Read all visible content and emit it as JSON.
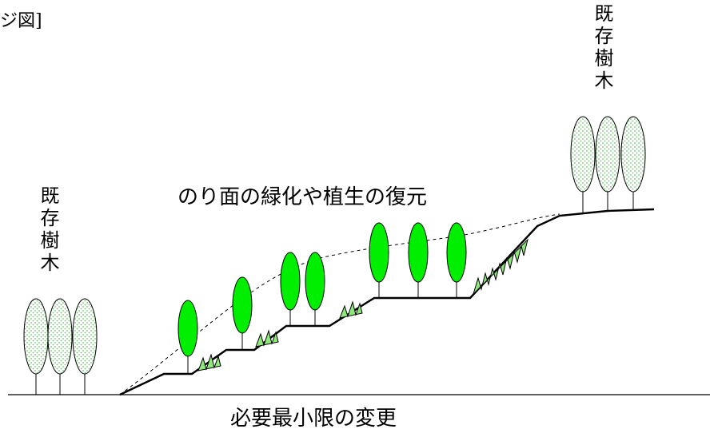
{
  "header": {
    "title_fragment": "ジ図]"
  },
  "labels": {
    "existing_trees_left": "既存樹木",
    "existing_trees_right": "既存樹木",
    "slope_greening": "のり面の緑化や植生の復元",
    "minimal_change": "必要最小限の変更"
  },
  "colors": {
    "tree_fill": "#00ee00",
    "existing_tree_dots": "#6fbf6f",
    "grass_fill": "#8ee87a",
    "line": "#000000"
  }
}
